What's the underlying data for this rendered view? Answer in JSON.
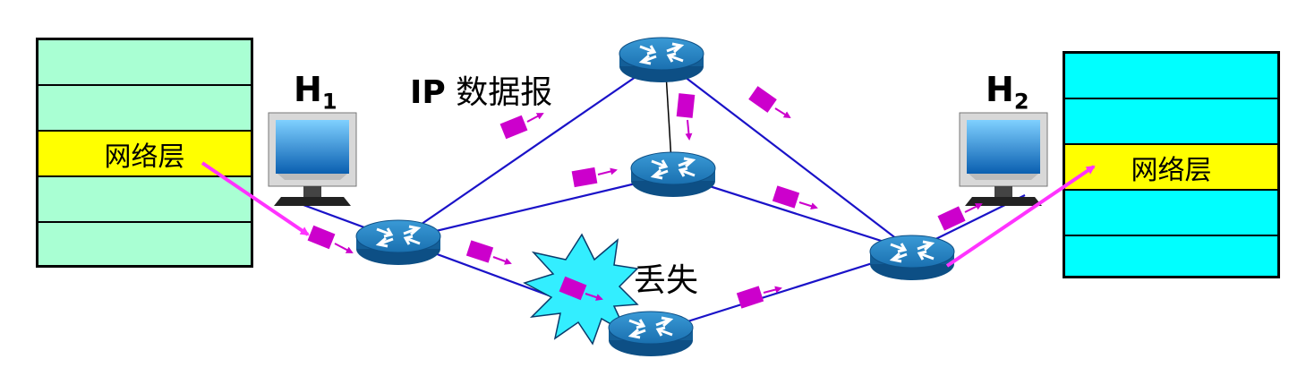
{
  "left_stack": {
    "network_layer_label": "网络层",
    "fill": "#a9ffd3",
    "highlight": "#ffff00"
  },
  "right_stack": {
    "network_layer_label": "网络层",
    "fill": "#00ffff",
    "highlight": "#ffff00"
  },
  "host_left": {
    "name": "H",
    "sub": "1"
  },
  "host_right": {
    "name": "H",
    "sub": "2"
  },
  "datagram_label": {
    "bold": "IP",
    "text": " 数据报"
  },
  "lost_label": "丢失",
  "colors": {
    "link": "#1a12c8",
    "packet": "#cc00cc",
    "arrow": "#ff33ff",
    "router": "#1f7bb5",
    "burst": "#33eeff"
  }
}
